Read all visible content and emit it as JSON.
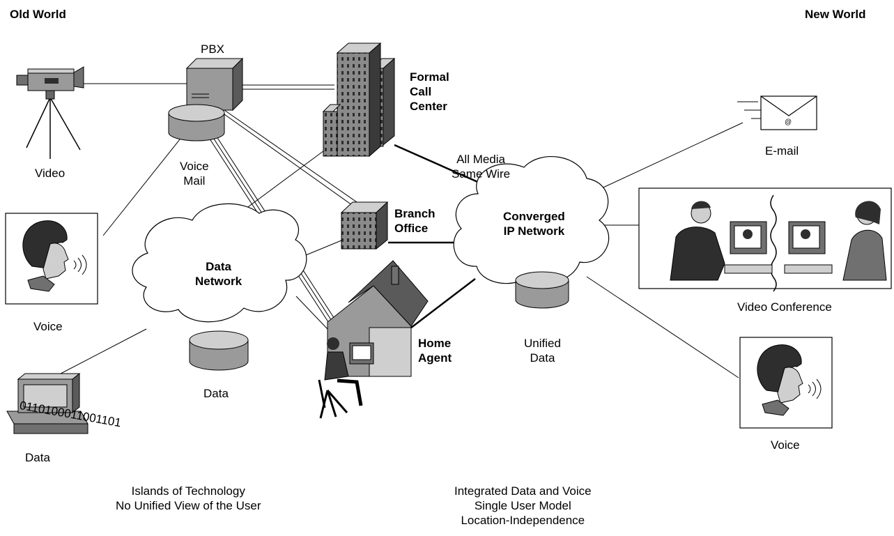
{
  "headers": {
    "left": "Old World",
    "right": "New World"
  },
  "labels": {
    "pbx": "PBX",
    "video": "Video",
    "voice_mail": [
      "Voice",
      "Mail"
    ],
    "formal_call_center": [
      "Formal",
      "Call",
      "Center"
    ],
    "all_media": [
      "All Media",
      "Same Wire"
    ],
    "email": "E-mail",
    "branch_office": [
      "Branch",
      "Office"
    ],
    "converged": [
      "Converged",
      "IP Network"
    ],
    "data_network": [
      "Data",
      "Network"
    ],
    "voice_left": "Voice",
    "home_agent": [
      "Home",
      "Agent"
    ],
    "unified_data": [
      "Unified",
      "Data"
    ],
    "video_conference": "Video Conference",
    "data_store": "Data",
    "binary": "0110100011001101",
    "data_pc": "Data",
    "voice_right": "Voice"
  },
  "captions": {
    "left": [
      "Islands of Technology",
      "No Unified View of the User"
    ],
    "right": [
      "Integrated Data and Voice",
      "Single User Model",
      "Location-Independence"
    ]
  },
  "colors": {
    "ink": "#000000",
    "gray_dark": "#707070",
    "gray_mid": "#9a9a9a",
    "gray_light": "#cfcfcf",
    "white": "#ffffff"
  }
}
